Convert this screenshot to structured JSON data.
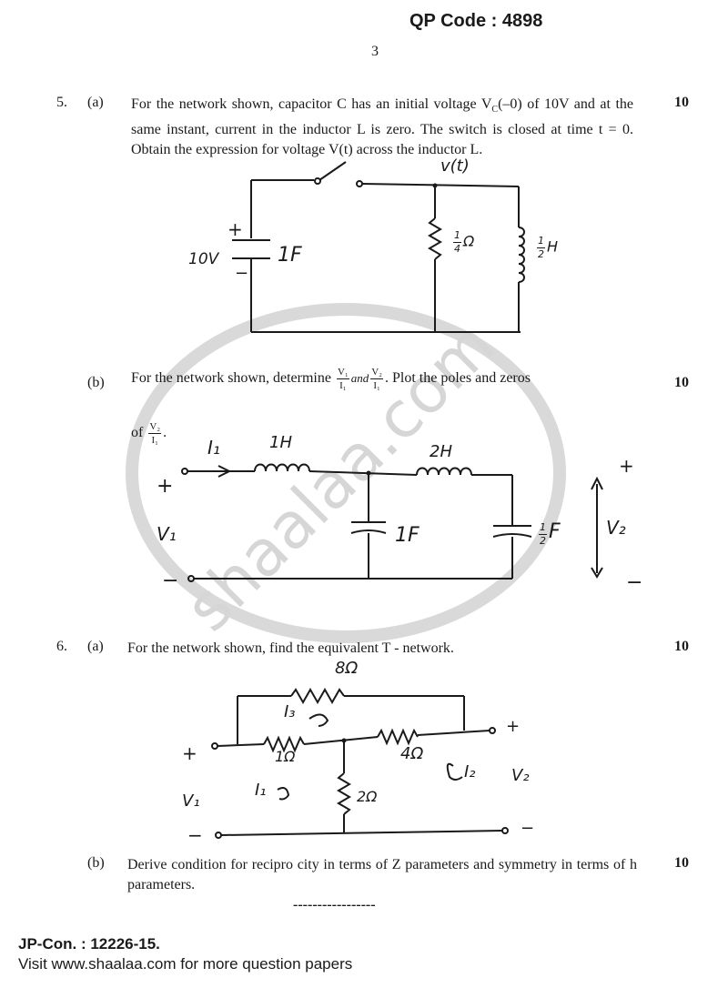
{
  "header": {
    "qp_code": "QP Code : 4898",
    "page_number": "3"
  },
  "questions": [
    {
      "number": "5.",
      "part": "(a)",
      "text": "For the network shown, capacitor C has an initial voltage V",
      "text_sub": "C",
      "text_rest": "(–0) of 10V and at the same instant, current in the inductor L is zero. The switch is closed at time t = 0. Obtain the expression for voltage V(t) across the inductor L.",
      "marks": "10",
      "circuit_labels": {
        "vt": "v(t)",
        "source": "10V",
        "plus": "+",
        "minus": "−",
        "cap": "1F",
        "res_frac_num": "1",
        "res_frac_den": "4",
        "res_unit": "Ω",
        "ind_frac_num": "1",
        "ind_frac_den": "2",
        "ind_unit": "H"
      }
    },
    {
      "number": "",
      "part": "(b)",
      "text_a": "For the network shown, determine",
      "frac1_num": "V₁",
      "frac1_den": "I₁",
      "and": "and",
      "frac2_num": "V₂",
      "frac2_den": "I₁",
      "text_b": ". Plot the poles and zeros",
      "text_c": "of",
      "frac3_num": "V₂",
      "frac3_den": "I₁",
      "marks": "10",
      "circuit_labels": {
        "i1": "I₁",
        "l1": "1H",
        "l2": "2H",
        "v1": "V₁",
        "v2": "V₂",
        "c1": "1F",
        "c2_num": "1",
        "c2_den": "2",
        "c2_unit": "F",
        "plus_left": "+",
        "minus_left": "−",
        "plus_right": "+",
        "minus_right": "−"
      }
    },
    {
      "number": "6.",
      "part": "(a)",
      "text": "For the network shown, find the equivalent T - network.",
      "marks": "10",
      "circuit_labels": {
        "r8": "8Ω",
        "r1": "1Ω",
        "r4": "4Ω",
        "r2": "2Ω",
        "i3": "I₃",
        "i1": "I₁",
        "i2": "I₂",
        "v1": "V₁",
        "v2": "V₂",
        "plus_left": "+",
        "minus_left": "−",
        "plus_right": "+",
        "minus_right": "−"
      }
    },
    {
      "number": "",
      "part": "(b)",
      "text": "Derive condition for recipro city in terms of Z parameters and symmetry in terms of h parameters.",
      "marks": "10"
    }
  ],
  "separator": "-----------------",
  "footer": {
    "jp_con": "JP-Con. : 12226-15.",
    "visit": "Visit www.shaalaa.com for more question papers"
  },
  "watermark": {
    "text": "shaalaa.com"
  }
}
